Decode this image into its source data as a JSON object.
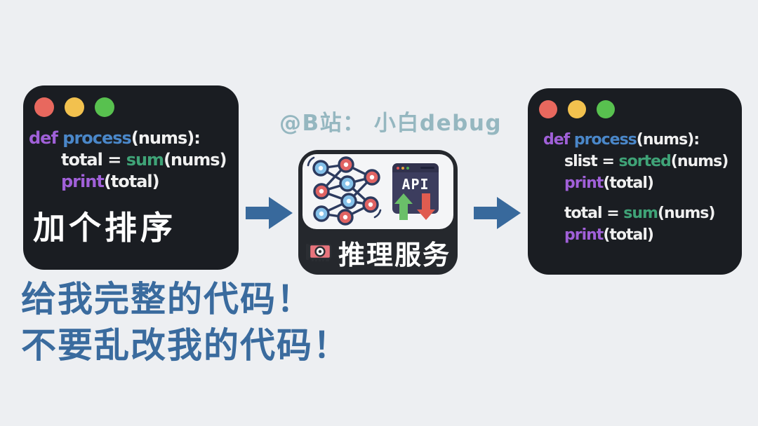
{
  "colors": {
    "page_bg": "#edeff2",
    "window_bg": "#1a1d22",
    "code_default": "#f0f0f0",
    "keyword": "#a060d8",
    "function_name": "#4a87c9",
    "builtin": "#3fa377",
    "arrow_blue": "#38699c",
    "attribution_teal": "#95b7c0",
    "shout_blue": "#3a6b9e",
    "traffic_red": "#e8685e",
    "traffic_yellow": "#f2c14e",
    "traffic_green": "#58c14f",
    "box_dark": "#25282d",
    "panel_light": "#f4f5f7",
    "api_navy": "#3c3d5e",
    "api_up_green": "#6abf69",
    "api_down_red": "#e05c50",
    "node_blue": "#85c1e9",
    "node_red": "#e06363",
    "node_outline": "#2c3a5e",
    "gpu_red": "#e8747c"
  },
  "attribution": {
    "text": "@B站： 小白debug"
  },
  "left_window": {
    "code_lines": [
      {
        "indent": 0,
        "segments": [
          {
            "text": "def ",
            "color": "keyword"
          },
          {
            "text": "process",
            "color": "function_name"
          },
          {
            "text": "(nums):",
            "color": "code_default"
          }
        ]
      },
      {
        "indent": 1,
        "segments": [
          {
            "text": "total = ",
            "color": "code_default"
          },
          {
            "text": "sum",
            "color": "builtin"
          },
          {
            "text": "(nums)",
            "color": "code_default"
          }
        ]
      },
      {
        "indent": 1,
        "segments": [
          {
            "text": "print",
            "color": "keyword"
          },
          {
            "text": "(total)",
            "color": "code_default"
          }
        ]
      }
    ],
    "caption": "加个排序"
  },
  "inference_box": {
    "label": "推理服务",
    "api_label": "API",
    "icons": [
      "neural-network-icon",
      "api-window-icon",
      "api-upload-arrow-icon",
      "api-download-arrow-icon",
      "gpu-icon"
    ]
  },
  "right_window": {
    "code_lines": [
      {
        "indent": 0,
        "segments": [
          {
            "text": "def ",
            "color": "keyword"
          },
          {
            "text": "process",
            "color": "function_name"
          },
          {
            "text": "(nums):",
            "color": "code_default"
          }
        ]
      },
      {
        "indent": 1,
        "segments": [
          {
            "text": "slist = ",
            "color": "code_default"
          },
          {
            "text": "sorted",
            "color": "builtin"
          },
          {
            "text": "(nums)",
            "color": "code_default"
          }
        ]
      },
      {
        "indent": 1,
        "segments": [
          {
            "text": "print",
            "color": "keyword"
          },
          {
            "text": "(total)",
            "color": "code_default"
          }
        ]
      },
      {
        "indent": 1,
        "gap_before": true,
        "segments": [
          {
            "text": "total = ",
            "color": "code_default"
          },
          {
            "text": "sum",
            "color": "builtin"
          },
          {
            "text": "(nums)",
            "color": "code_default"
          }
        ]
      },
      {
        "indent": 1,
        "segments": [
          {
            "text": "print",
            "color": "keyword"
          },
          {
            "text": "(total)",
            "color": "code_default"
          }
        ]
      }
    ]
  },
  "shout": {
    "line1": "给我完整的代码！",
    "line2": "不要乱改我的代码！"
  }
}
